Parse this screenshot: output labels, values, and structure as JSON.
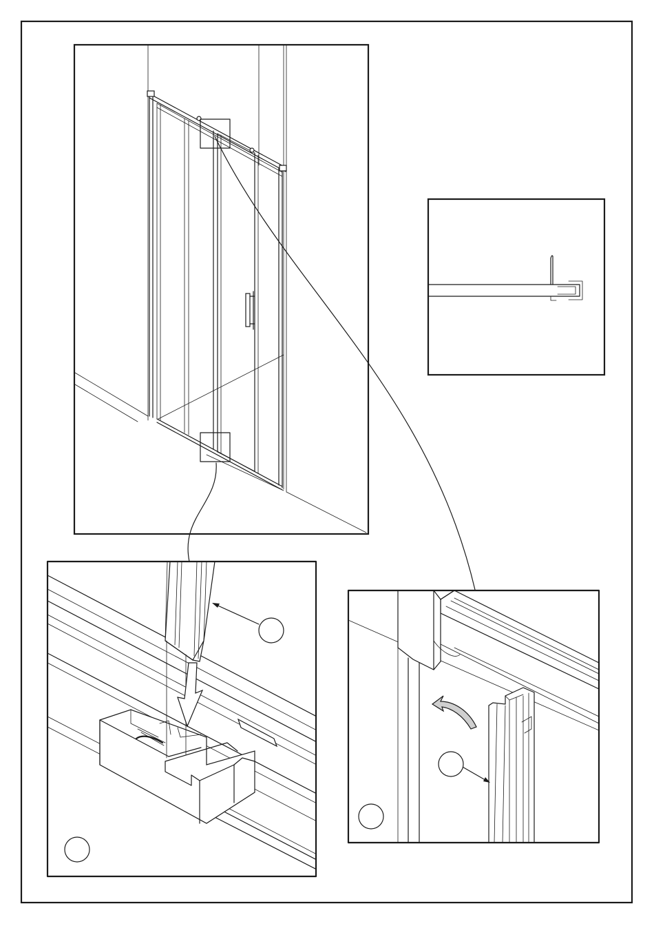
{
  "sheet": {
    "colors": {
      "ink": "#1a1a1a",
      "paper": "#ffffff",
      "shade": "#cfcfcf"
    }
  },
  "panels": [
    {
      "id": "overview",
      "content": "sliding-door-isometric"
    },
    {
      "id": "profile-section",
      "content": "top-rail-cross-section"
    },
    {
      "id": "bottom-guide-detail",
      "content": "seal-profile-inserted-into-bottom-guide"
    },
    {
      "id": "top-seal-detail",
      "content": "seal-profile-fitted-at-top-rail"
    }
  ],
  "callouts": [
    {
      "id": "bottom-seal-callout",
      "text": ""
    },
    {
      "id": "bottom-step-callout",
      "text": ""
    },
    {
      "id": "top-seal-callout",
      "text": ""
    },
    {
      "id": "top-step-callout",
      "text": ""
    }
  ]
}
